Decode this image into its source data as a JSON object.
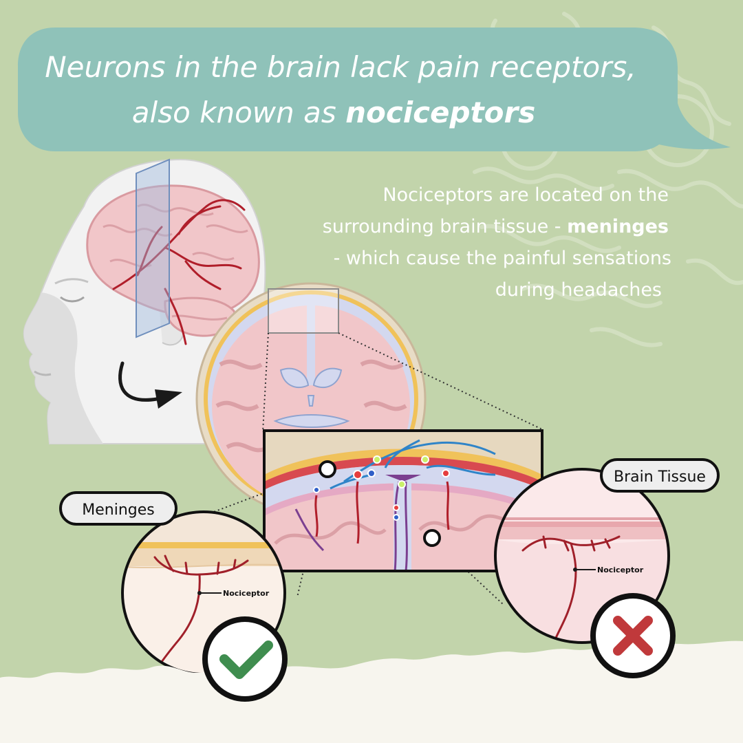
{
  "headline": {
    "line1": "Neurons in the brain lack pain receptors,",
    "line2_prefix": "also known as ",
    "line2_bold": "nociceptors"
  },
  "description": {
    "line1": "Nociceptors are located on the",
    "line2_prefix": "surrounding brain tissue - ",
    "line2_bold": "meninges",
    "line3": "- which cause the painful sensations",
    "line4": "during headaches"
  },
  "labels": {
    "meninges": "Meninges",
    "brain_tissue": "Brain Tissue",
    "nociceptor_left": "Nociceptor",
    "nociceptor_right": "Nociceptor"
  },
  "colors": {
    "background": "#c2d4ab",
    "bubble": "#8fc2b9",
    "vessel": "#a0202a",
    "brain_pink": "#f1c6c9",
    "check": "#3f8d4f",
    "cross": "#c0393b"
  },
  "icons": {
    "check": "check-icon",
    "cross": "cross-icon",
    "arrow": "curved-arrow-icon"
  }
}
